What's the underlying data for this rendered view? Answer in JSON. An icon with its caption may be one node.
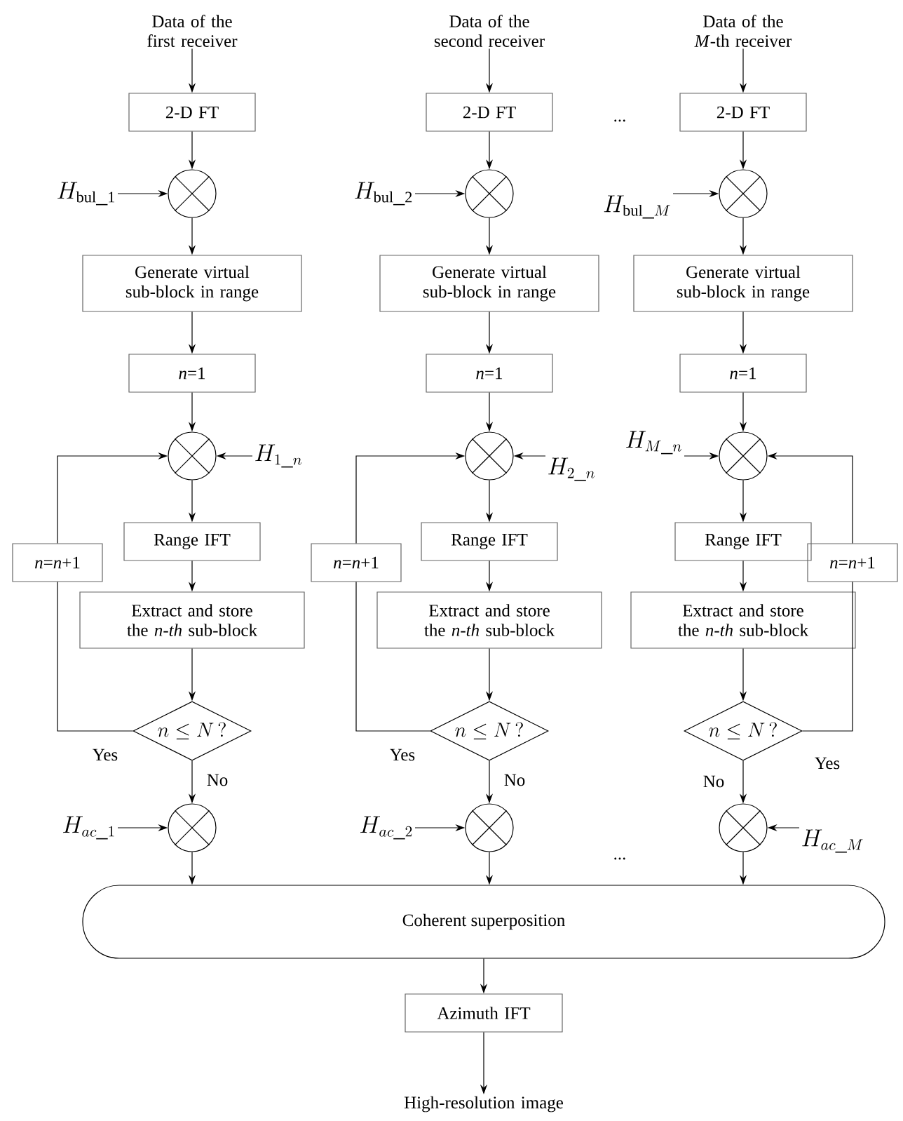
{
  "diagram": {
    "nodes": [
      {
        "text": [
          "Data of the first receiver"
        ]
      },
      {
        "text": [
          "2-D FT"
        ]
      },
      {
        "text": [],
        "shape": "circle"
      },
      {
        "text": [
          "H_{\\mathrm{bul\\_1}}"
        ]
      },
      {
        "text": [
          "Generate virtual sub-block in range"
        ]
      },
      {
        "text": [
          "*n*=1"
        ]
      },
      {
        "text": [],
        "shape": "circle"
      },
      {
        "text": [
          "H_{1\\_n}"
        ]
      },
      {
        "text": [
          "Range IFT"
        ]
      },
      {
        "text": [
          "Extract and store the *n-th* sub-block"
        ]
      },
      {
        "text": [
          "n \\leq N\\,?"
        ]
      },
      {
        "text": [
          "*n*=*n*+1"
        ]
      },
      {
        "text": [],
        "shape": "circle"
      },
      {
        "text": [
          "H_{ac\\_1}"
        ]
      },
      {
        "text": [
          "Data of the second receiver"
        ]
      },
      {
        "text": [
          "2-D FT"
        ]
      },
      {
        "text": [],
        "shape": "circle"
      },
      {
        "text": [
          "H_{\\mathrm{bul\\_2}}"
        ]
      },
      {
        "text": [
          "Generate virtual sub-block in range"
        ]
      },
      {
        "text": [
          "*n*=1"
        ]
      },
      {
        "text": [],
        "shape": "circle"
      },
      {
        "text": [
          "H_{2\\_n}"
        ]
      },
      {
        "text": [
          "Range IFT"
        ]
      },
      {
        "text": [
          "Extract and store the *n-th* sub-block"
        ]
      },
      {
        "text": [
          "n \\leq N\\,?"
        ]
      },
      {
        "text": [
          "*n*=*n*+1"
        ]
      },
      {
        "text": [],
        "shape": "circle"
      },
      {
        "text": [
          "H_{ac\\_2}"
        ]
      },
      {
        "text": [
          "Data of the *M*-th receiver"
        ]
      },
      {
        "text": [
          "2-D FT"
        ]
      },
      {
        "text": [],
        "shape": "circle"
      },
      {
        "text": [
          "H_{\\mathrm{bul\\_}M}"
        ]
      },
      {
        "text": [
          "Generate virtual sub-block in range"
        ]
      },
      {
        "text": [
          "*n*=1"
        ]
      },
      {
        "text": [],
        "shape": "circle"
      },
      {
        "text": [
          "H_{M\\_n}"
        ]
      },
      {
        "text": [
          "Range IFT"
        ]
      },
      {
        "text": [
          "Extract and store the *n-th* sub-block"
        ]
      },
      {
        "text": [
          "n \\leq N\\,?"
        ]
      },
      {
        "text": [
          "*n*=*n*+1"
        ]
      },
      {
        "text": [],
        "shape": "circle"
      },
      {
        "text": [
          "H_{ac\\_M}"
        ]
      },
      {
        "text": [
          "Coherent superposition"
        ]
      },
      {
        "text": [
          "Azimuth IFT"
        ]
      },
      {
        "text": [
          "High-resolution image"
        ]
      }
    ],
    "edges": [
      {
        "from": 0,
        "to": 1,
        "arrow": "to"
      },
      {
        "from": 1,
        "to": 2,
        "arrow": "to"
      },
      {
        "from": 3,
        "to": 2,
        "arrow": "to"
      },
      {
        "from": 2,
        "to": 4,
        "arrow": "to"
      },
      {
        "from": 4,
        "to": 5,
        "arrow": "to"
      },
      {
        "from": 5,
        "to": 6,
        "arrow": "to"
      },
      {
        "from": 7,
        "to": 6,
        "arrow": "to"
      },
      {
        "from": 6,
        "to": 8,
        "arrow": "to"
      },
      {
        "from": 8,
        "to": 9,
        "arrow": "to"
      },
      {
        "from": 9,
        "to": 10,
        "arrow": "to"
      },
      {
        "from": 10,
        "to": 12,
        "arrow": "to",
        "label": "No"
      },
      {
        "from": 10,
        "to": 11,
        "arrow": "none",
        "label": "Yes"
      },
      {
        "from": 11,
        "to": 6,
        "arrow": "to"
      },
      {
        "from": 13,
        "to": 12,
        "arrow": "to"
      },
      {
        "from": 12,
        "to": 42,
        "arrow": "to"
      },
      {
        "from": 14,
        "to": 15,
        "arrow": "to"
      },
      {
        "from": 15,
        "to": 16,
        "arrow": "to"
      },
      {
        "from": 17,
        "to": 16,
        "arrow": "to"
      },
      {
        "from": 16,
        "to": 18,
        "arrow": "to"
      },
      {
        "from": 18,
        "to": 19,
        "arrow": "to"
      },
      {
        "from": 19,
        "to": 20,
        "arrow": "to"
      },
      {
        "from": 21,
        "to": 20,
        "arrow": "to"
      },
      {
        "from": 20,
        "to": 22,
        "arrow": "to"
      },
      {
        "from": 22,
        "to": 23,
        "arrow": "to"
      },
      {
        "from": 23,
        "to": 24,
        "arrow": "to"
      },
      {
        "from": 24,
        "to": 26,
        "arrow": "to",
        "label": "No"
      },
      {
        "from": 24,
        "to": 25,
        "arrow": "none",
        "label": "Yes"
      },
      {
        "from": 25,
        "to": 20,
        "arrow": "to"
      },
      {
        "from": 27,
        "to": 26,
        "arrow": "to"
      },
      {
        "from": 26,
        "to": 42,
        "arrow": "to"
      },
      {
        "from": 28,
        "to": 29,
        "arrow": "to"
      },
      {
        "from": 29,
        "to": 30,
        "arrow": "to"
      },
      {
        "from": 31,
        "to": 30,
        "arrow": "to"
      },
      {
        "from": 30,
        "to": 32,
        "arrow": "to"
      },
      {
        "from": 32,
        "to": 33,
        "arrow": "to"
      },
      {
        "from": 33,
        "to": 34,
        "arrow": "to"
      },
      {
        "from": 35,
        "to": 34,
        "arrow": "to"
      },
      {
        "from": 34,
        "to": 36,
        "arrow": "to"
      },
      {
        "from": 36,
        "to": 37,
        "arrow": "to"
      },
      {
        "from": 37,
        "to": 38,
        "arrow": "to"
      },
      {
        "from": 38,
        "to": 40,
        "arrow": "to",
        "label": "No"
      },
      {
        "from": 38,
        "to": 39,
        "arrow": "none",
        "label": "Yes"
      },
      {
        "from": 39,
        "to": 34,
        "arrow": "to"
      },
      {
        "from": 41,
        "to": 40,
        "arrow": "to"
      },
      {
        "from": 40,
        "to": 42,
        "arrow": "to"
      },
      {
        "from": 42,
        "to": 43,
        "arrow": "to"
      },
      {
        "from": 43,
        "to": 44,
        "arrow": "to"
      }
    ],
    "labels": [
      "...",
      "..."
    ]
  }
}
